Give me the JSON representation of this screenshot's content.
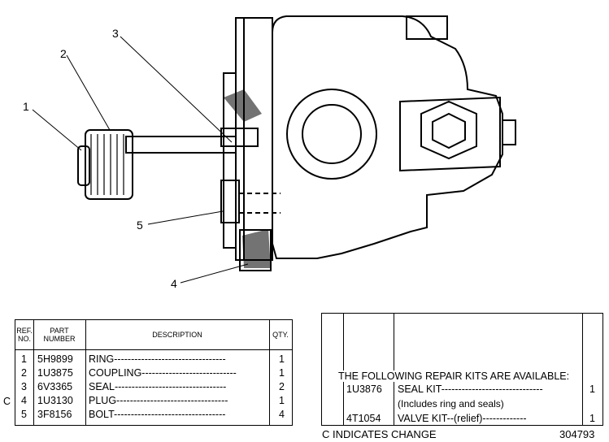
{
  "callouts": [
    "1",
    "2",
    "3",
    "4",
    "5"
  ],
  "parts_table": {
    "headers": {
      "ref": "REF. NO.",
      "part": "PART NUMBER",
      "desc": "DESCRIPTION",
      "qty": "QTY."
    },
    "rows": [
      {
        "ref": "1",
        "part": "5H9899",
        "desc": "RING---------------------------------",
        "qty": "1",
        "change": ""
      },
      {
        "ref": "2",
        "part": "1U3875",
        "desc": "COUPLING----------------------------",
        "qty": "1",
        "change": ""
      },
      {
        "ref": "3",
        "part": "6V3365",
        "desc": "SEAL---------------------------------",
        "qty": "2",
        "change": ""
      },
      {
        "ref": "4",
        "part": "1U3130",
        "desc": "PLUG---------------------------------",
        "qty": "1",
        "change": "C"
      },
      {
        "ref": "5",
        "part": "3F8156",
        "desc": "BOLT---------------------------------",
        "qty": "4",
        "change": ""
      }
    ]
  },
  "kits_table": {
    "heading": "THE FOLLOWING REPAIR KITS ARE AVAILABLE:",
    "rows": [
      {
        "part": "1U3876",
        "desc": "SEAL KIT------------------------------",
        "note": "(Includes ring and seals)",
        "qty": "1"
      },
      {
        "part": "4T1054",
        "desc": "VALVE KIT--(relief)-------------",
        "note": "",
        "qty": "1"
      }
    ]
  },
  "footer": {
    "legend": "C INDICATES CHANGE",
    "illustration_no": "304793"
  }
}
